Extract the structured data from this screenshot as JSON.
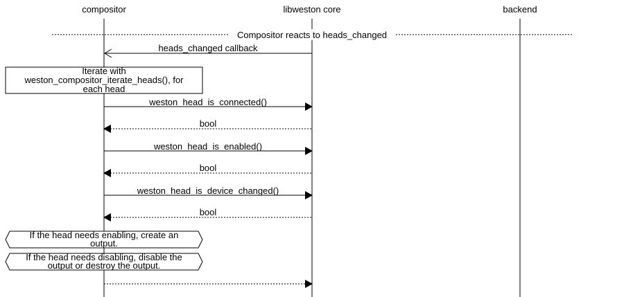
{
  "participants": [
    {
      "id": "compositor",
      "label": "compositor"
    },
    {
      "id": "core",
      "label": "libweston core"
    },
    {
      "id": "backend",
      "label": "backend"
    }
  ],
  "section": {
    "label": "Compositor reacts to heads_changed"
  },
  "messages": [
    {
      "label": "heads_changed callback",
      "from": "core",
      "to": "compositor",
      "style": "solid",
      "arrow": "open"
    },
    {
      "label": "weston_head_is_connected()",
      "from": "compositor",
      "to": "core",
      "style": "solid",
      "arrow": "filled"
    },
    {
      "label": "bool",
      "from": "core",
      "to": "compositor",
      "style": "dotted",
      "arrow": "filled"
    },
    {
      "label": "weston_head_is_enabled()",
      "from": "compositor",
      "to": "core",
      "style": "solid",
      "arrow": "filled"
    },
    {
      "label": "bool",
      "from": "core",
      "to": "compositor",
      "style": "dotted",
      "arrow": "filled"
    },
    {
      "label": "weston_head_is_device_changed()",
      "from": "compositor",
      "to": "core",
      "style": "solid",
      "arrow": "filled"
    },
    {
      "label": "bool",
      "from": "core",
      "to": "compositor",
      "style": "dotted",
      "arrow": "filled"
    },
    {
      "label": "",
      "from": "compositor",
      "to": "core",
      "style": "dotted",
      "arrow": "filled"
    }
  ],
  "notes": [
    {
      "kind": "box",
      "lines": [
        "Iterate with",
        "weston_compositor_iterate_heads(), for",
        "each head"
      ]
    },
    {
      "kind": "hexagon",
      "lines": [
        "If the head needs enabling, create an",
        "output."
      ]
    },
    {
      "kind": "hexagon",
      "lines": [
        "If the head needs disabling, disable the",
        "output or destroy the output."
      ]
    }
  ]
}
